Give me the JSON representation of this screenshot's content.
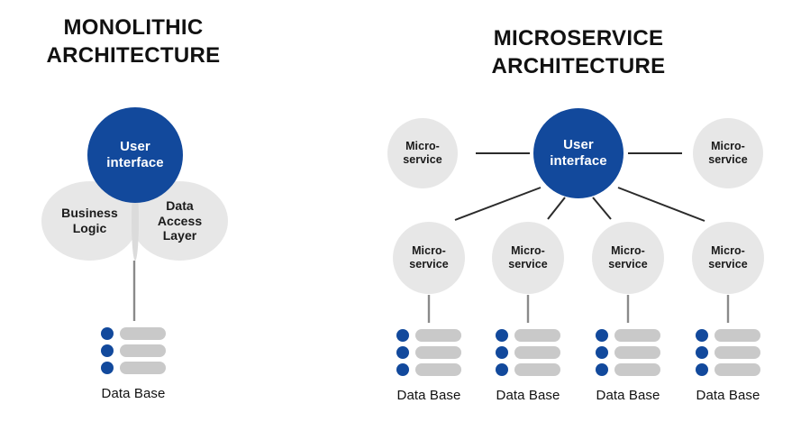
{
  "page": {
    "background": "#ffffff",
    "accent_blue": "#12499C",
    "node_grey": "#E7E7E7",
    "bar_grey": "#C9C9C9",
    "line_grey": "#8A8A8A",
    "line_dark": "#2B2B2B",
    "text_color": "#111111"
  },
  "monolithic": {
    "title": "MONOLITHIC\nARCHITECTURE",
    "nodes": [
      {
        "id": "user-interface",
        "label": "User\ninterface",
        "color": "blue"
      },
      {
        "id": "business-logic",
        "label": "Business\nLogic",
        "color": "grey"
      },
      {
        "id": "data-access-layer",
        "label": "Data\nAccess\nLayer",
        "color": "grey"
      }
    ],
    "database": {
      "label": "Data Base",
      "rows": 3
    }
  },
  "microservice": {
    "title": "MICROSERVICE\nARCHITECTURE",
    "center": {
      "id": "user-interface",
      "label": "User\ninterface",
      "color": "blue"
    },
    "side_services": [
      {
        "id": "microservice-left",
        "label": "Micro-\nservice",
        "color": "grey"
      },
      {
        "id": "microservice-right",
        "label": "Micro-\nservice",
        "color": "grey"
      }
    ],
    "bottom_services": [
      {
        "id": "microservice-1",
        "label": "Micro-\nservice",
        "color": "grey"
      },
      {
        "id": "microservice-2",
        "label": "Micro-\nservice",
        "color": "grey"
      },
      {
        "id": "microservice-3",
        "label": "Micro-\nservice",
        "color": "grey"
      },
      {
        "id": "microservice-4",
        "label": "Micro-\nservice",
        "color": "grey"
      }
    ],
    "databases": [
      {
        "label": "Data Base",
        "rows": 3
      },
      {
        "label": "Data Base",
        "rows": 3
      },
      {
        "label": "Data Base",
        "rows": 3
      },
      {
        "label": "Data Base",
        "rows": 3
      }
    ]
  }
}
